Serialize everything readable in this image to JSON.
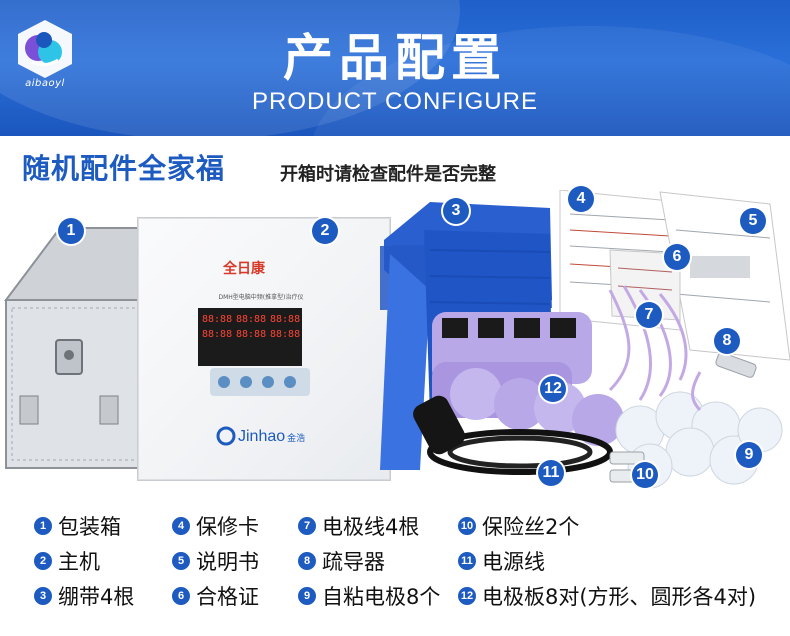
{
  "header": {
    "logo_text": "aibaoyl",
    "title_cn": "产品配置",
    "title_en": "PRODUCT CONFIGURE"
  },
  "subtitle": {
    "main": "随机配件全家福",
    "note": "开箱时请检查配件是否完整"
  },
  "product": {
    "brand_cn": "全日康",
    "brand_en": "Jinhao",
    "brand_en_suffix": "金浩",
    "panel_caption": "DMH型电脑中频(推拿型)治疗仪",
    "displays": [
      "88:88",
      "88:88",
      "88:88",
      "88:88",
      "88:88",
      "88:88"
    ]
  },
  "markers": [
    "1",
    "2",
    "3",
    "4",
    "5",
    "6",
    "7",
    "8",
    "9",
    "10",
    "11",
    "12"
  ],
  "legend": [
    {
      "num": "1",
      "label": "包装箱"
    },
    {
      "num": "4",
      "label": "保修卡"
    },
    {
      "num": "7",
      "label": "电极线4根"
    },
    {
      "num": "10",
      "label": "保险丝2个"
    },
    {
      "num": "2",
      "label": "主机"
    },
    {
      "num": "5",
      "label": "说明书"
    },
    {
      "num": "8",
      "label": "疏导器"
    },
    {
      "num": "11",
      "label": "电源线"
    },
    {
      "num": "3",
      "label": "绷带4根"
    },
    {
      "num": "6",
      "label": "合格证"
    },
    {
      "num": "9",
      "label": "自粘电极8个"
    },
    {
      "num": "12",
      "label": "电极板8对(方形、圆形各4对)"
    }
  ],
  "colors": {
    "banner": "#1f5fc9",
    "accent": "#1d5bc0",
    "strap": "#2a5fd0",
    "pad": "#b9a8e8"
  }
}
